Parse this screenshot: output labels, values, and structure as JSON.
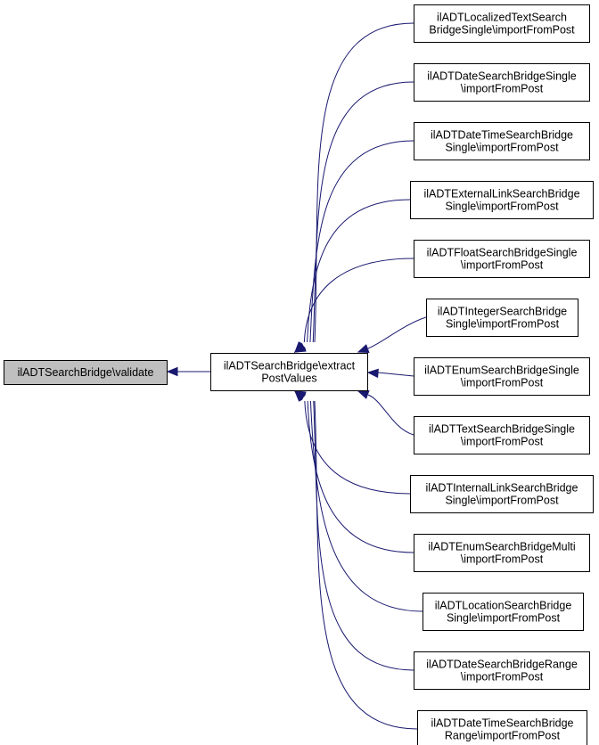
{
  "diagram": {
    "focus": {
      "id": "validate",
      "lines": [
        "ilADTSearchBridge\\validate"
      ]
    },
    "middle": {
      "id": "extract",
      "lines": [
        "ilADTSearchBridge\\extract",
        "PostValues"
      ]
    },
    "callers": [
      {
        "id": "c0",
        "lines": [
          "ilADTLocalizedTextSearch",
          "BridgeSingle\\importFromPost"
        ]
      },
      {
        "id": "c1",
        "lines": [
          "ilADTDateSearchBridgeSingle",
          "\\importFromPost"
        ]
      },
      {
        "id": "c2",
        "lines": [
          "ilADTDateTimeSearchBridge",
          "Single\\importFromPost"
        ]
      },
      {
        "id": "c3",
        "lines": [
          "ilADTExternalLinkSearchBridge",
          "Single\\importFromPost"
        ]
      },
      {
        "id": "c4",
        "lines": [
          "ilADTFloatSearchBridgeSingle",
          "\\importFromPost"
        ]
      },
      {
        "id": "c5",
        "lines": [
          "ilADTIntegerSearchBridge",
          "Single\\importFromPost"
        ]
      },
      {
        "id": "c6",
        "lines": [
          "ilADTEnumSearchBridgeSingle",
          "\\importFromPost"
        ]
      },
      {
        "id": "c7",
        "lines": [
          "ilADTTextSearchBridgeSingle",
          "\\importFromPost"
        ]
      },
      {
        "id": "c8",
        "lines": [
          "ilADTInternalLinkSearchBridge",
          "Single\\importFromPost"
        ]
      },
      {
        "id": "c9",
        "lines": [
          "ilADTEnumSearchBridgeMulti",
          "\\importFromPost"
        ]
      },
      {
        "id": "c10",
        "lines": [
          "ilADTLocationSearchBridge",
          "Single\\importFromPost"
        ]
      },
      {
        "id": "c11",
        "lines": [
          "ilADTDateSearchBridgeRange",
          "\\importFromPost"
        ]
      },
      {
        "id": "c12",
        "lines": [
          "ilADTDateTimeSearchBridge",
          "Range\\importFromPost"
        ]
      }
    ]
  },
  "colors": {
    "edge": "#191970",
    "focus_fill": "#bfbfbf",
    "node_fill": "#ffffff",
    "border": "#000000"
  }
}
